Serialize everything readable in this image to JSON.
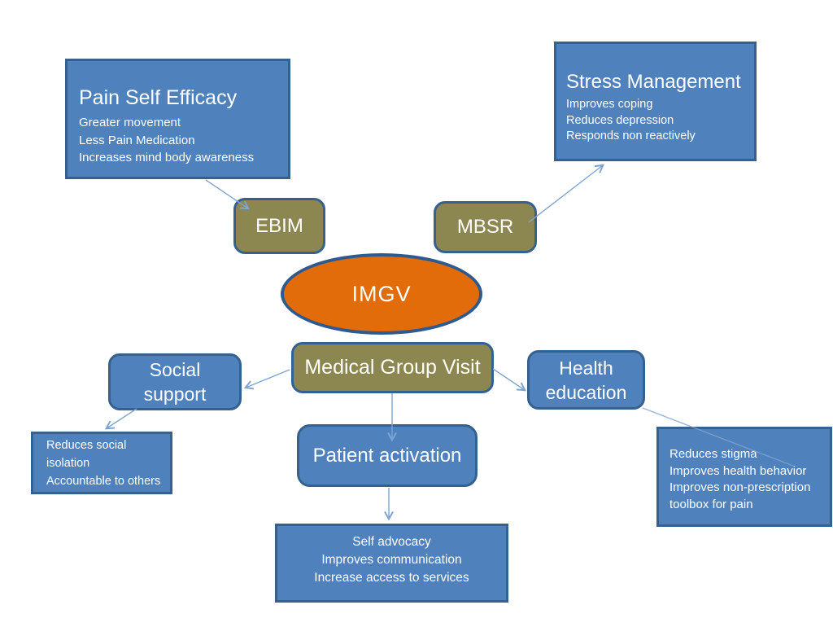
{
  "diagram": {
    "title_concept": "IMGV",
    "colors": {
      "blue_fill": "#4F81BD",
      "box_border": "#36618F",
      "olive_fill": "#8C8751",
      "orange_fill": "#E36C0A",
      "ellipse_border": "#2E5A8F",
      "connector": "#7FA4D1",
      "text": "#FFFFFF",
      "background": "#FFFFFF"
    },
    "nodes": {
      "pain_self_efficacy": {
        "title": "Pain Self Efficacy",
        "lines": [
          "Greater movement",
          "Less Pain Medication",
          "Increases mind body awareness"
        ]
      },
      "stress_management": {
        "title": "Stress Management",
        "lines": [
          "Improves coping",
          "Reduces depression",
          "Responds non reactively"
        ]
      },
      "ebim": {
        "label": "EBIM"
      },
      "mbsr": {
        "label": "MBSR"
      },
      "imgv": {
        "label": "IMGV"
      },
      "medical_group_visit": {
        "label": "Medical Group Visit"
      },
      "social_support": {
        "line1": "Social",
        "line2": "support"
      },
      "health_education": {
        "line1": "Health",
        "line2": "education"
      },
      "patient_activation": {
        "label": "Patient activation"
      },
      "social_support_outcomes": {
        "lines": [
          "Reduces social isolation",
          "Accountable to others"
        ]
      },
      "health_education_outcomes": {
        "lines": [
          "Reduces stigma",
          "Improves health behavior",
          "Improves non-prescription",
          "toolbox for pain"
        ]
      },
      "patient_activation_outcomes": {
        "lines": [
          "Self advocacy",
          "Improves communication",
          "Increase access to services"
        ]
      }
    },
    "connections": [
      {
        "from": "pain_self_efficacy",
        "to": "ebim"
      },
      {
        "from": "mbsr",
        "to": "stress_management"
      },
      {
        "from": "medical_group_visit",
        "to": "social_support"
      },
      {
        "from": "medical_group_visit",
        "to": "health_education"
      },
      {
        "from": "medical_group_visit",
        "to": "patient_activation"
      },
      {
        "from": "social_support",
        "to": "social_support_outcomes"
      },
      {
        "from": "health_education",
        "to": "health_education_outcomes"
      },
      {
        "from": "patient_activation",
        "to": "patient_activation_outcomes"
      }
    ]
  }
}
